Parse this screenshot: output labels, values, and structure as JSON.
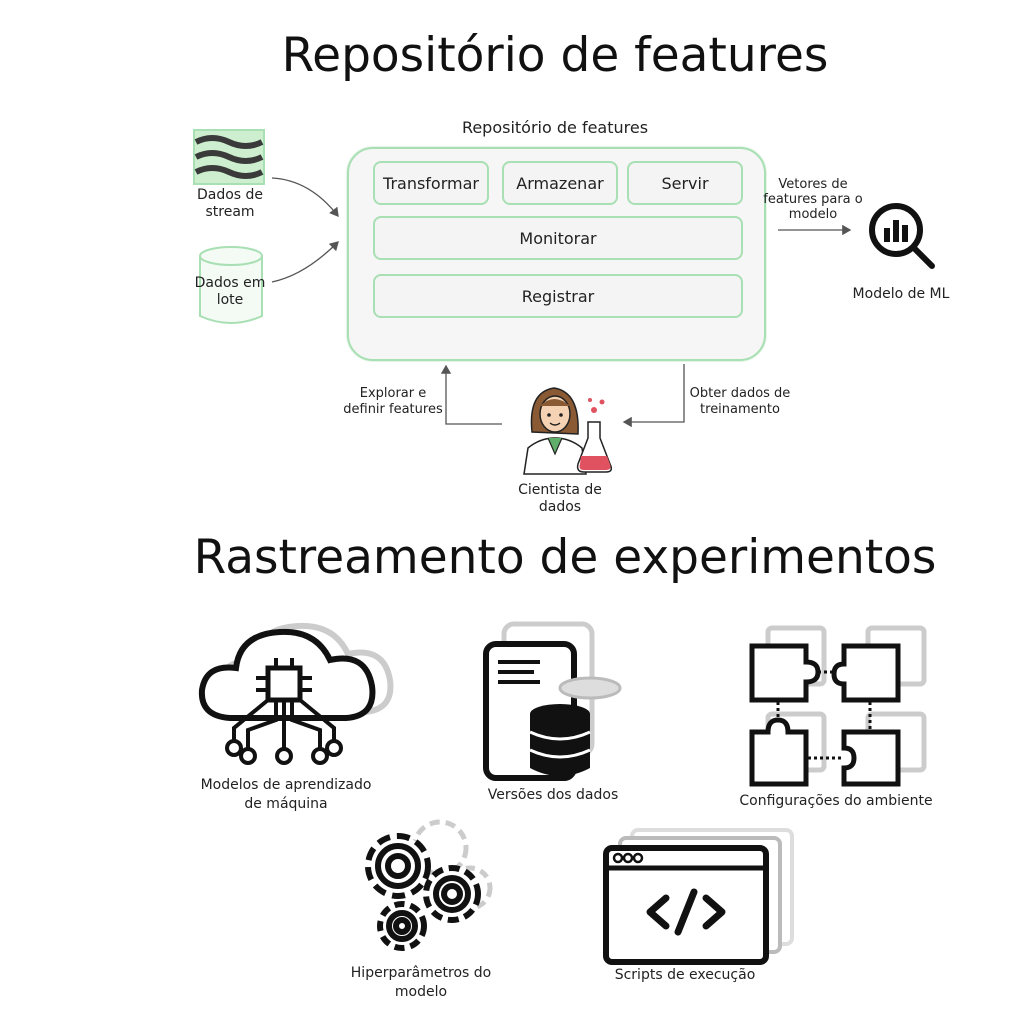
{
  "feature_store": {
    "heading": "Repositório de features",
    "box_label": "Repositório de features",
    "ops": {
      "transform": "Transformar",
      "store": "Armazenar",
      "serve": "Servir",
      "monitor": "Monitorar",
      "register": "Registrar"
    },
    "sources": {
      "stream": "Dados de stream",
      "batch": "Dados em lote"
    },
    "vectors_label": "Vetores de features para o modelo",
    "model_label": "Modelo de ML",
    "explore_label": "Explorar e definir features",
    "training_label": "Obter dados de treinamento",
    "scientist_label": "Cientista de dados",
    "accent_color": "#a8dfb3"
  },
  "tracking": {
    "heading": "Rastreamento de experimentos",
    "items": {
      "ml_models": "Modelos de aprendizado de máquina",
      "data_versions": "Versões dos dados",
      "env_configs": "Configurações do ambiente",
      "hyperparams": "Hiperparâmetros do modelo",
      "run_scripts": "Scripts de execução"
    },
    "icons": [
      "cloud-chip-icon",
      "document-database-icon",
      "puzzle-icon",
      "gears-icon",
      "code-window-icon"
    ]
  }
}
